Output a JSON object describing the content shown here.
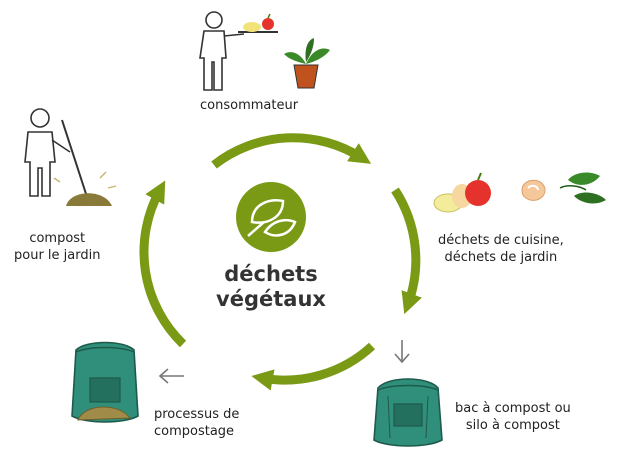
{
  "diagram": {
    "center": {
      "line1": "déchets",
      "line2": "végétaux",
      "icon": "leaf-icon"
    },
    "nodes": {
      "consumer": {
        "label": "consommateur",
        "icon": "person-with-tray-icon"
      },
      "kitchen_waste": {
        "line1": "déchets de cuisine,",
        "line2": "déchets de jardin",
        "icon": "food-scraps-icon"
      },
      "compost_bin": {
        "line1": "bac à compost ou",
        "line2": "silo à compost",
        "icon": "compost-bin-icon"
      },
      "composting_process": {
        "line1": "processus de",
        "line2": "compostage",
        "icon": "open-compost-bin-icon"
      },
      "garden_compost": {
        "line1": "compost",
        "line2": "pour le jardin",
        "icon": "gardener-raking-icon"
      }
    },
    "colors": {
      "cycle_green": "#7a9a16",
      "bin_teal": "#2f8f7a",
      "soil": "#8a7a3a",
      "arrow_gray": "#777777"
    }
  }
}
